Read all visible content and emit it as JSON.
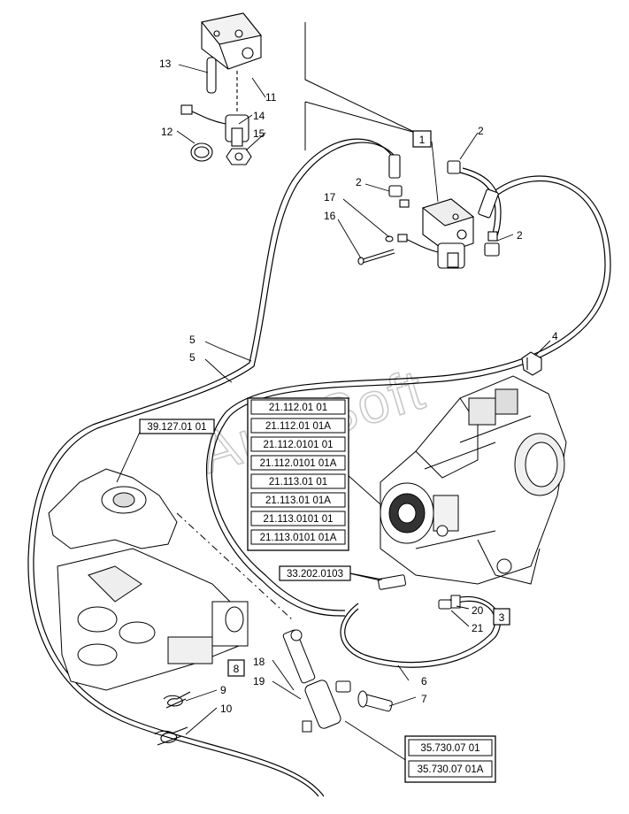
{
  "watermark": "AutoSoft",
  "callouts": {
    "c1": "1",
    "c2a": "2",
    "c2b": "2",
    "c2c": "2",
    "c3": "3",
    "c4": "4",
    "c5a": "5",
    "c5b": "5",
    "c6": "6",
    "c7": "7",
    "c8": "8",
    "c9": "9",
    "c10": "10",
    "c11": "11",
    "c12": "12",
    "c13": "13",
    "c14": "14",
    "c15": "15",
    "c16": "16",
    "c17": "17",
    "c18": "18",
    "c19": "19",
    "c20": "20",
    "c21": "21"
  },
  "refs": {
    "hitch": "39.127.01 01",
    "transmission": [
      "21.112.01 01",
      "21.112.01 01A",
      "21.112.0101 01",
      "21.112.0101 01A",
      "21.113.01 01",
      "21.113.01 01A",
      "21.113.0101 01",
      "21.113.0101 01A"
    ],
    "sensor": "33.202.0103",
    "cylinder": [
      "35.730.07 01",
      "35.730.07 01A"
    ]
  }
}
